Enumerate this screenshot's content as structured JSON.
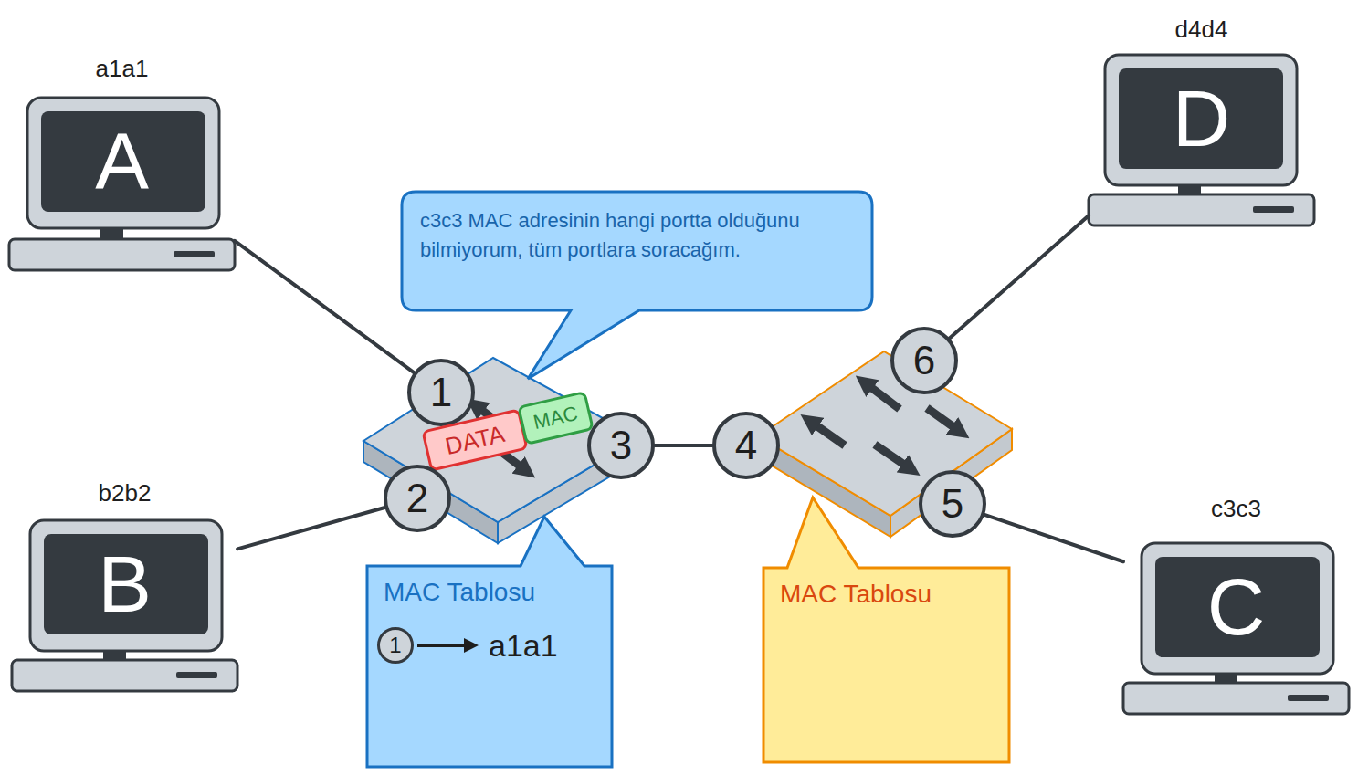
{
  "diagram": {
    "nodes": [
      {
        "text": [
          "a1a1",
          "A"
        ]
      },
      {
        "text": [
          "d4d4",
          "D"
        ]
      },
      {
        "text": [
          "c3c3 MAC adresinin hangi portta olduğunu bilmiyorum, tüm portlara soracağım."
        ]
      },
      {
        "text": [
          "1"
        ]
      },
      {
        "text": [
          "6"
        ]
      },
      {
        "text": [
          "DATA"
        ]
      },
      {
        "text": [
          "MAC"
        ]
      },
      {
        "text": [
          "3"
        ]
      },
      {
        "text": [
          "4"
        ]
      },
      {
        "text": [
          "2"
        ]
      },
      {
        "text": [
          "5"
        ]
      },
      {
        "text": [
          "b2b2",
          "B"
        ]
      },
      {
        "text": [
          "c3c3",
          "C"
        ]
      },
      {
        "text": [
          "MAC Tablosu",
          "a1a1"
        ]
      },
      {
        "text": [
          "1"
        ],
        "in": 13
      },
      {
        "text": [
          "MAC Tablosu"
        ]
      }
    ],
    "edges": [
      {
        "from": 0,
        "to": 3,
        "arrow": "none"
      },
      {
        "from": 4,
        "to": 1,
        "arrow": "none"
      },
      {
        "from": 7,
        "to": 8,
        "arrow": "none"
      },
      {
        "from": 11,
        "to": 9,
        "arrow": "none"
      },
      {
        "from": 10,
        "to": 12,
        "arrow": "none"
      }
    ]
  }
}
